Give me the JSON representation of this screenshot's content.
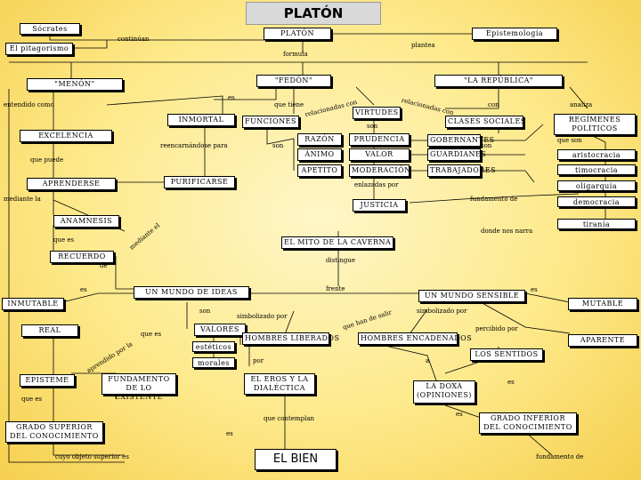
{
  "title": "PLATÓN",
  "nodes": {
    "socrates": "Sócrates",
    "pitagorismo": "El pitagorismo",
    "platon": "PLATÓN",
    "epistemologia": "Epistemología",
    "menon": "\"MENÓN\"",
    "fedon": "\"FEDÓN\"",
    "republica": "\"LA REPÚBLICA\"",
    "inmortal": "INMORTAL",
    "funciones": "FUNCIONES",
    "virtudes": "VIRTUDES",
    "clases_sociales": "CLASES SOCIALES",
    "regimenes": "REGÍMENES POLÍTICOS",
    "excelencia": "EXCELENCIA",
    "razon": "RAZÓN",
    "prudencia": "PRUDENCIA",
    "gobernantes": "GOBERNANTES",
    "animo": "ÁNIMO",
    "valor": "VALOR",
    "guardianes": "GUARDIANES",
    "apetito": "APETITO",
    "moderacion": "MODERACIÓN",
    "trabajadores": "TRABAJADORES",
    "aristocracia": "aristocracia",
    "timocracia": "timocracia",
    "oligarquia": "oligarquía",
    "democracia": "democracia",
    "tirania": "tiranía",
    "aprenderse": "APRENDERSE",
    "purificarse": "PURIFICARSE",
    "justicia": "JUSTICIA",
    "anamnesis": "ANAMNESIS",
    "recuerdo": "RECUERDO",
    "mito_caverna": "EL MITO DE LA CAVERNA",
    "inmutable": "INMUTABLE",
    "mundo_ideas": "UN MUNDO DE IDEAS",
    "mundo_sensible": "UN MUNDO SENSIBLE",
    "mutable": "MUTABLE",
    "real": "REAL",
    "valores": "VALORES",
    "esteticos": "estéticos",
    "morales": "morales",
    "hombres_liberados": "HOMBRES LIBERADOS",
    "hombres_encadenados": "HOMBRES ENCADENADOS",
    "aparente": "APARENTE",
    "los_sentidos": "LOS SENTIDOS",
    "episteme": "EPISTEME",
    "fundamento_existente": "FUNDAMENTO DE LO EXISTENTE",
    "eros_dialectica": "EL EROS Y LA DIALÉCTICA",
    "doxa": "LA DOXA (OPINIONES)",
    "grado_superior": "GRADO SUPERIOR DEL CONOCIMIENTO",
    "grado_inferior": "GRADO INFERIOR DEL CONOCIMIENTO",
    "el_bien": "EL BIEN"
  },
  "labels": {
    "continuan": "continúan",
    "plantea": "plantea",
    "formula": "formula",
    "es_alma": "es",
    "entendido_como": "entendido como",
    "que_tiene": "que tiene",
    "relacionadas_con": "relacionadas con",
    "relacionadas_con_2": "relacionadas con",
    "con": "con",
    "analiza": "analiza",
    "son_virtudes": "son",
    "que_son": "que son",
    "son_funciones": "son",
    "son_clases": "son",
    "reencarnandose": "reencarnándose para",
    "que_puede": "que puede",
    "mediante_la": "mediante la",
    "enlazadas_por": "enlazadas por",
    "fundamento_de": "fundamento de",
    "mediante_el": "mediante el",
    "donde_nos_narra": "donde nos narra",
    "que_es": "que es",
    "de": "de",
    "distingue": "distingue",
    "es_ideas": "es",
    "es_sensible": "es",
    "frente": "frente",
    "son_ideas": "son",
    "simbolizado_por_1": "simbolizado por",
    "simbolizado_por_2": "simbolizado por",
    "que_es_2": "que es",
    "que_han_de_salir": "que han de salir",
    "percibido_por": "percibido por",
    "aprendido_por_la": "aprendido por la",
    "por": "por",
    "a": "a",
    "es_doxa": "es",
    "que_es_3": "que es",
    "es_grado": "es",
    "que_contemplan": "que contemplan",
    "es_bien": "es",
    "cuyo_objeto": "cuyo objeto superior es",
    "fundamento_de_2": "fundamento de"
  }
}
